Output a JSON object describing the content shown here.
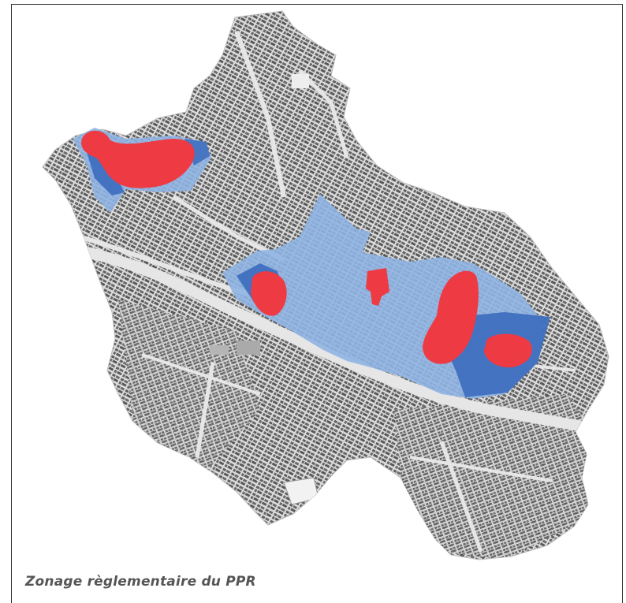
{
  "caption": "Zonage règlementaire du PPR",
  "map": {
    "layers": [
      {
        "name": "commune-boundary",
        "color": "#d9d9d9"
      },
      {
        "name": "buildings",
        "color": "#555555"
      },
      {
        "name": "light-blue-zone",
        "color": "#8fb4e3"
      },
      {
        "name": "dark-blue-zone",
        "color": "#3f6fbf"
      },
      {
        "name": "red-zone",
        "color": "#ee3a43"
      }
    ]
  }
}
